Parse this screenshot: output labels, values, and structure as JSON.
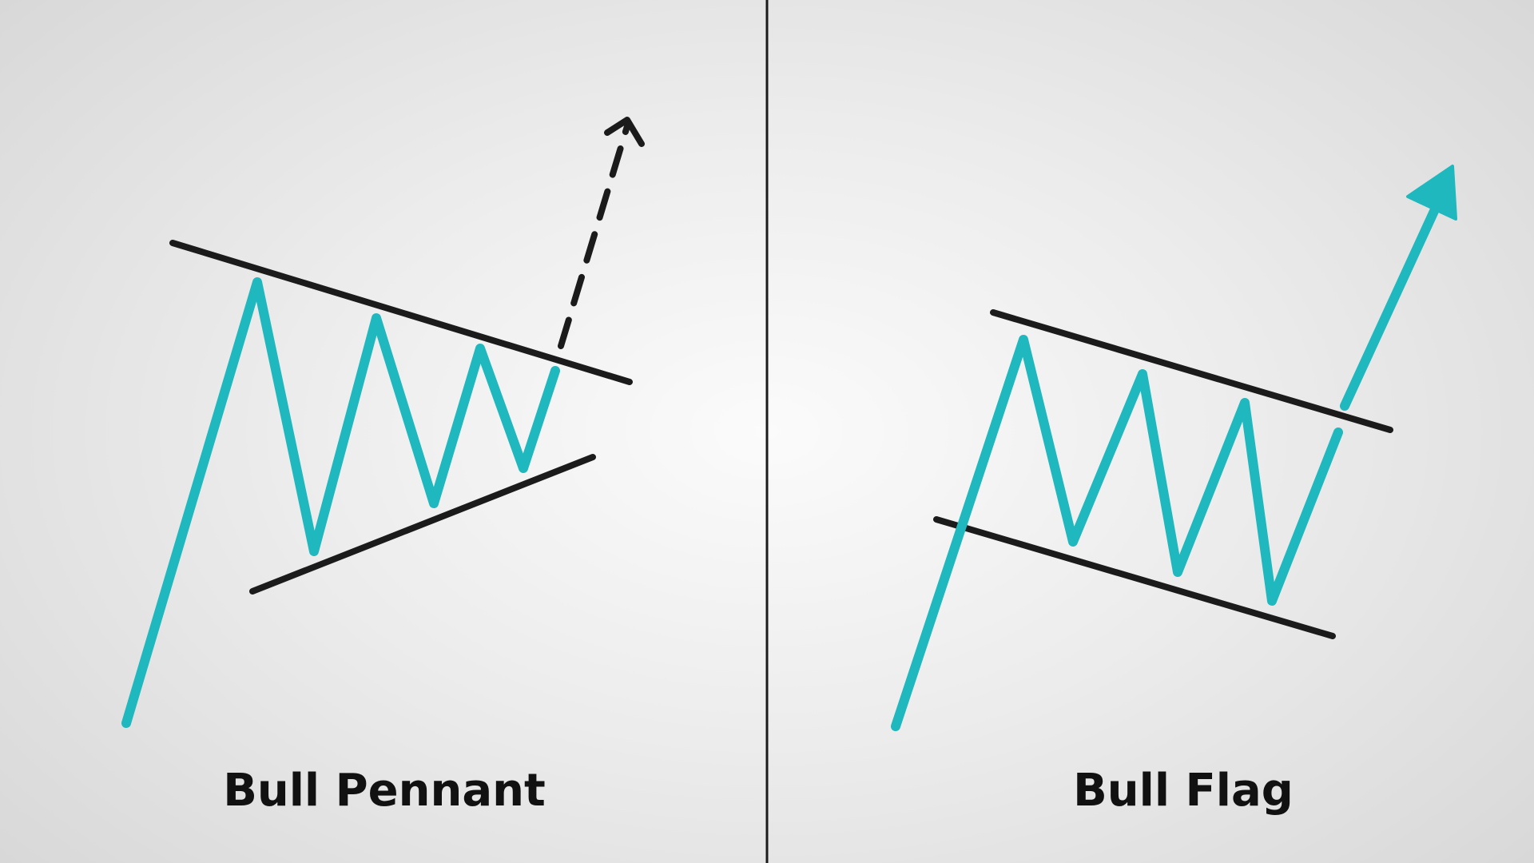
{
  "colors": {
    "price_line": "#1eb8be",
    "trend_line": "#1b1b1b",
    "divider": "#1b1b1b"
  },
  "panels": [
    {
      "title": "Bull Pennant",
      "pattern": "converging upper and lower trendlines",
      "breakout": "dashed arrow"
    },
    {
      "title": "Bull Flag",
      "pattern": "parallel downward-sloping trendlines",
      "breakout": "solid arrow"
    }
  ]
}
